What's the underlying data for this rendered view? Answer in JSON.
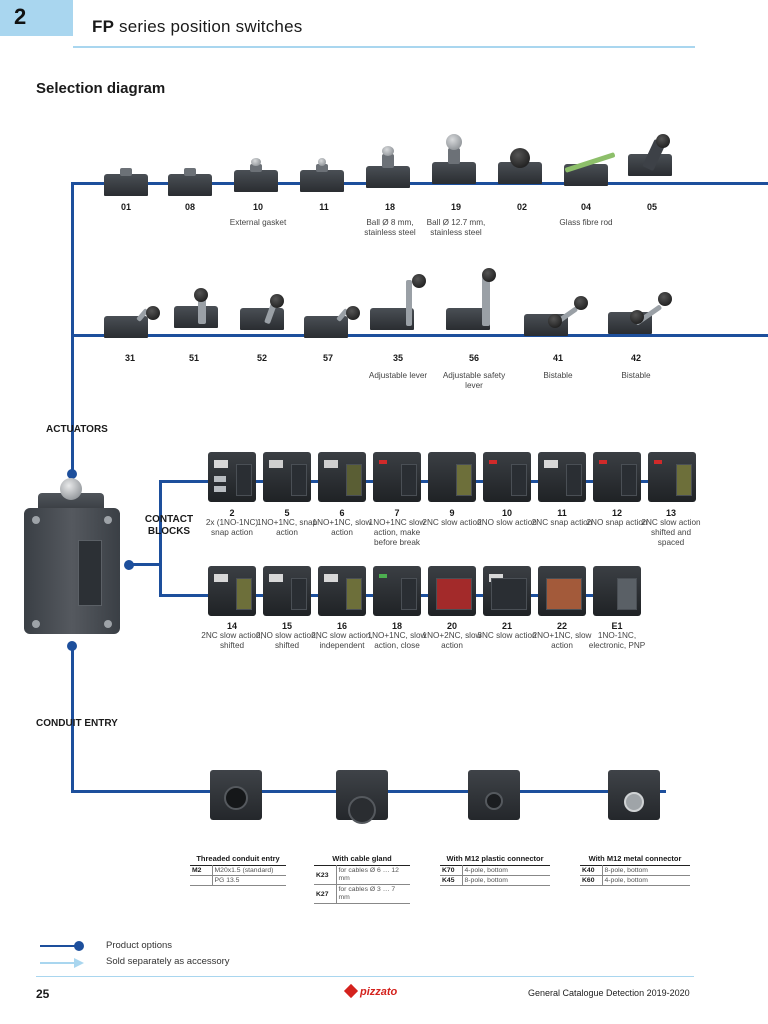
{
  "header": {
    "chapter": "2",
    "title_bold": "FP",
    "title_rest": " series position switches",
    "section": "Selection diagram"
  },
  "actuators": {
    "label": "ACTUATORS",
    "row1": [
      {
        "code": "01",
        "desc": ""
      },
      {
        "code": "08",
        "desc": ""
      },
      {
        "code": "10",
        "desc": "External gasket"
      },
      {
        "code": "11",
        "desc": ""
      },
      {
        "code": "18",
        "desc": "Ball Ø 8 mm, stainless steel"
      },
      {
        "code": "19",
        "desc": "Ball Ø 12.7 mm, stainless steel"
      },
      {
        "code": "02",
        "desc": ""
      },
      {
        "code": "04",
        "desc": "Glass fibre rod"
      },
      {
        "code": "05",
        "desc": ""
      }
    ],
    "row2": [
      {
        "code": "31",
        "desc": ""
      },
      {
        "code": "51",
        "desc": ""
      },
      {
        "code": "52",
        "desc": ""
      },
      {
        "code": "57",
        "desc": ""
      },
      {
        "code": "35",
        "desc": "Adjustable lever"
      },
      {
        "code": "56",
        "desc": "Adjustable safety lever"
      },
      {
        "code": "41",
        "desc": "Bistable"
      },
      {
        "code": "42",
        "desc": "Bistable"
      }
    ]
  },
  "contact_blocks": {
    "label_line1": "CONTACT",
    "label_line2": "BLOCKS",
    "row1": [
      {
        "code": "2",
        "desc": "2x (1NO-1NC) snap action"
      },
      {
        "code": "5",
        "desc": "1NO+1NC, snap action"
      },
      {
        "code": "6",
        "desc": "1NO+1NC, slow action"
      },
      {
        "code": "7",
        "desc": "1NO+1NC slow action, make before break"
      },
      {
        "code": "9",
        "desc": "2NC slow action"
      },
      {
        "code": "10",
        "desc": "2NO slow action"
      },
      {
        "code": "11",
        "desc": "2NC snap action"
      },
      {
        "code": "12",
        "desc": "2NO snap action"
      },
      {
        "code": "13",
        "desc": "2NC slow action shifted and spaced"
      }
    ],
    "row2": [
      {
        "code": "14",
        "desc": "2NC slow action, shifted"
      },
      {
        "code": "15",
        "desc": "2NO slow action, shifted"
      },
      {
        "code": "16",
        "desc": "2NC slow action, independent"
      },
      {
        "code": "18",
        "desc": "1NO+1NC, slow action, close"
      },
      {
        "code": "20",
        "desc": "1NO+2NC, slow action"
      },
      {
        "code": "21",
        "desc": "3NC slow action"
      },
      {
        "code": "22",
        "desc": "2NO+1NC, slow action"
      },
      {
        "code": "E1",
        "desc": "1NO-1NC, electronic, PNP"
      }
    ]
  },
  "conduit": {
    "label": "CONDUIT ENTRY",
    "tables": [
      {
        "title": "Threaded conduit entry",
        "rows": [
          [
            "M2",
            "M20x1.5 (standard)"
          ],
          [
            "",
            "PG 13.5"
          ]
        ]
      },
      {
        "title": "With cable gland",
        "rows": [
          [
            "K23",
            "for cables Ø 6 … 12 mm"
          ],
          [
            "K27",
            "for cables Ø 3 … 7 mm"
          ]
        ]
      },
      {
        "title": "With M12 plastic connector",
        "rows": [
          [
            "K70",
            "4-pole, bottom"
          ],
          [
            "K45",
            "8-pole, bottom"
          ]
        ]
      },
      {
        "title": "With M12 metal connector",
        "rows": [
          [
            "K40",
            "8-pole, bottom"
          ],
          [
            "K60",
            "4-pole, bottom"
          ]
        ]
      }
    ]
  },
  "legend": {
    "product_options": "Product options",
    "accessory": "Sold separately as accessory"
  },
  "footer": {
    "page": "25",
    "brand": "pizzato",
    "catalogue": "General Catalogue Detection 2019-2020"
  },
  "colors": {
    "bus": "#1d4f9c",
    "header_accent": "#a9d6ef",
    "brand": "#d4221d",
    "accessory_line": "#a9d6ef"
  }
}
